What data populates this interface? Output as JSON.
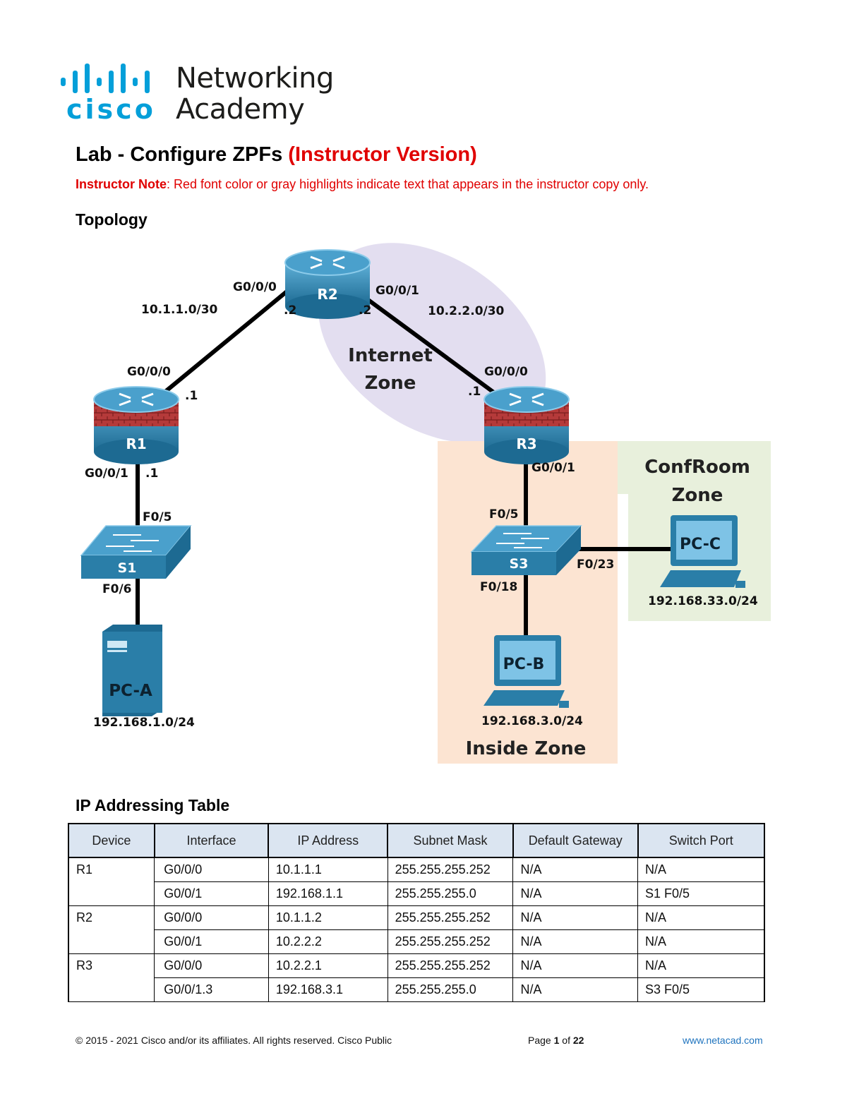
{
  "logo": {
    "wordmark": "cisco",
    "line1": "Networking",
    "line2": "Academy"
  },
  "title": {
    "main": "Lab - Configure ZPFs",
    "version": "(Instructor Version)"
  },
  "note": {
    "label": "Instructor Note",
    "text": ": Red font color or gray highlights indicate text that appears in the instructor copy only."
  },
  "topology": {
    "heading": "Topology",
    "devices": {
      "r1": "R1",
      "r2": "R2",
      "r3": "R3",
      "s1": "S1",
      "s3": "S3",
      "pca": "PC-A",
      "pcb": "PC-B",
      "pcc": "PC-C"
    },
    "zones": {
      "internet_1": "Internet",
      "internet_2": "Zone",
      "confroom_1": "ConfRoom",
      "confroom_2": "Zone",
      "inside": "Inside Zone"
    },
    "labels": {
      "r2_g000": "G0/0/0",
      "r2_g001": "G0/0/1",
      "r2_left_host": ".2",
      "r2_right_host": ".2",
      "net_left": "10.1.1.0/30",
      "net_right": "10.2.2.0/30",
      "r1_g000": "G0/0/0",
      "r1_host_top": ".1",
      "r1_g001": "G0/0/1",
      "r1_host_bottom": ".1",
      "r3_g000": "G0/0/0",
      "r3_host_top": ".1",
      "r3_g001": "G0/0/1",
      "s1_f05": "F0/5",
      "s1_f06": "F0/6",
      "s3_f05": "F0/5",
      "s3_f018": "F0/18",
      "s3_f023": "F0/23",
      "pca_net": "192.168.1.0/24",
      "pcb_net": "192.168.3.0/24",
      "pcc_net": "192.168.33.0/24"
    },
    "colors": {
      "internet_zone": "#e3def0",
      "inside_zone": "#fce4d2",
      "confroom_zone": "#e8f0dc",
      "device": "#2a7ea8",
      "firewall": "#b53a3a"
    }
  },
  "ip_table": {
    "heading": "IP Addressing Table",
    "columns": [
      "Device",
      "Interface",
      "IP Address",
      "Subnet Mask",
      "Default Gateway",
      "Switch Port"
    ],
    "groups": [
      {
        "device": "R1",
        "rows": [
          [
            "G0/0/0",
            "10.1.1.1",
            "255.255.255.252",
            "N/A",
            "N/A"
          ],
          [
            "G0/0/1",
            "192.168.1.1",
            "255.255.255.0",
            "N/A",
            "S1 F0/5"
          ]
        ]
      },
      {
        "device": "R2",
        "rows": [
          [
            "G0/0/0",
            "10.1.1.2",
            "255.255.255.252",
            "N/A",
            "N/A"
          ],
          [
            "G0/0/1",
            "10.2.2.2",
            "255.255.255.252",
            "N/A",
            "N/A"
          ]
        ]
      },
      {
        "device": "R3",
        "rows": [
          [
            "G0/0/0",
            "10.2.2.1",
            "255.255.255.252",
            "N/A",
            "N/A"
          ],
          [
            "G0/0/1.3",
            "192.168.3.1",
            "255.255.255.0",
            "N/A",
            "S3 F0/5"
          ]
        ]
      }
    ]
  },
  "footer": {
    "copyright": "© 2015 - 2021 Cisco and/or its affiliates. All rights reserved. Cisco Public",
    "page_prefix": "Page ",
    "page_num": "1",
    "page_mid": " of ",
    "page_total": "22",
    "url": "www.netacad.com"
  }
}
